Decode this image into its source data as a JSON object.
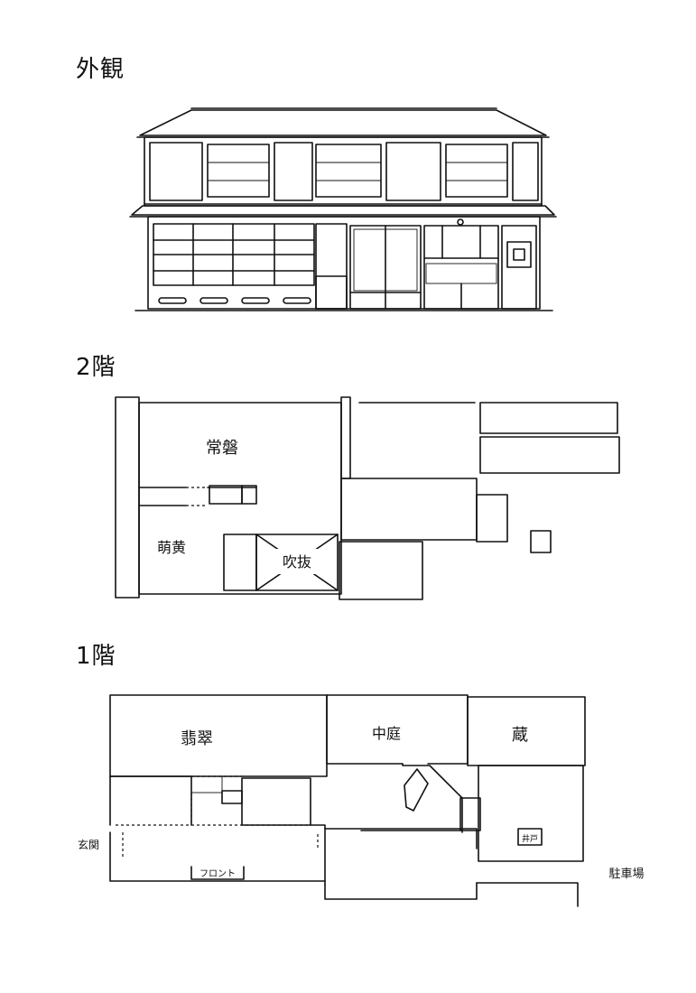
{
  "headings": {
    "exterior": "外観",
    "floor2": "2階",
    "floor1": "1階"
  },
  "floor2_rooms": {
    "tokiwa": "常磐",
    "moegi": "萌黄",
    "fukinuke": "吹抜"
  },
  "floor1_rooms": {
    "hisui": "翡翠",
    "nakaniwa": "中庭",
    "kura": "蔵",
    "front": "フロント",
    "ido": "井戸",
    "genkan": "玄関",
    "parking": "駐車場"
  }
}
